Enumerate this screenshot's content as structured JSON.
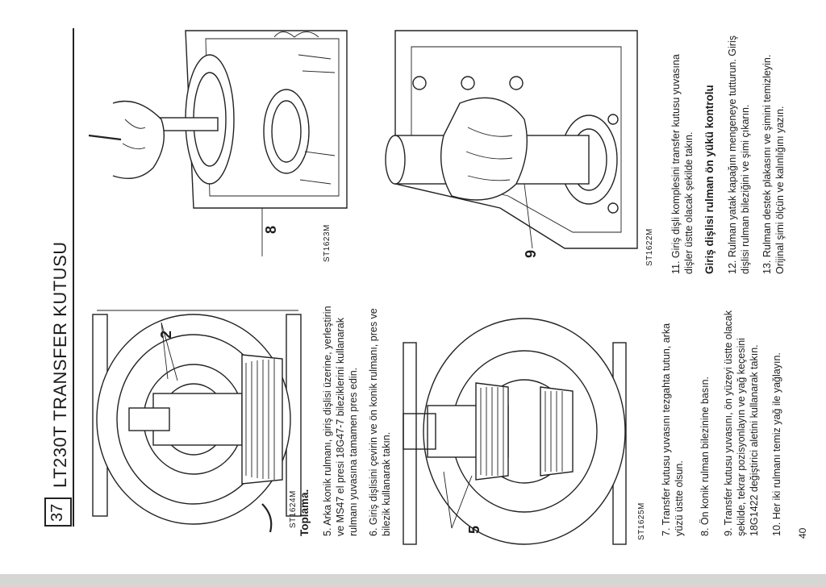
{
  "page": {
    "section_number": "37",
    "title": "LT230T TRANSFER KUTUSU",
    "page_number": "40"
  },
  "figures": {
    "fig1": {
      "id": "ST1624M",
      "callout": "2"
    },
    "fig2": {
      "id": "ST1625M",
      "callout": "5"
    },
    "fig3": {
      "id": "ST1623M",
      "callout": "8"
    },
    "fig4": {
      "id": "ST1622M",
      "callout": "9"
    }
  },
  "left_column": {
    "heading": "Toplama.",
    "items": [
      "5. Arka konik rulmanı, giriş dişlisi üzerine, yerleştirin ve MS47 el presi 18G47-7 bilezikleriní kullanarak rulmanı yuvasına tamamen pres edin.",
      "6. Giriş dişlisini çevirin ve ön konik rulmanı, pres ve bilezik kullanarak takın."
    ]
  },
  "bottom_left": {
    "items": [
      "7. Transfer kutusu yuvasını tezgahta tutun, arka yüzü üstte olsun.",
      "8. Ön konik rulman bilezinine basın.",
      "9. Transfer kutusu yuvasını, ön yüzeyi üstte olacak şekilde, tekrar pozisyonlayın ve yağ keçesini 18G1422 değiştirici aletini kullanarak takın.",
      "10. Her iki rulmanı temiz yağ ile yağlayın."
    ]
  },
  "bottom_right": {
    "item11": "11. Giriş dişli komplesini transfer kutusu yuvasına dişler üstte olacak şekilde takın.",
    "heading": "Giriş dişlisi rulman ön yükü kontrolu",
    "item12": "12. Rulman yatak kapağını mengeneye tutturun. Giriş dişlisi rulman bileziğini ve şimi çıkarın.",
    "item13": "13. Rulman destek plakasını ve şimini temizleyin. Orijinal şimi ölçün ve kalınlığını yazın."
  }
}
